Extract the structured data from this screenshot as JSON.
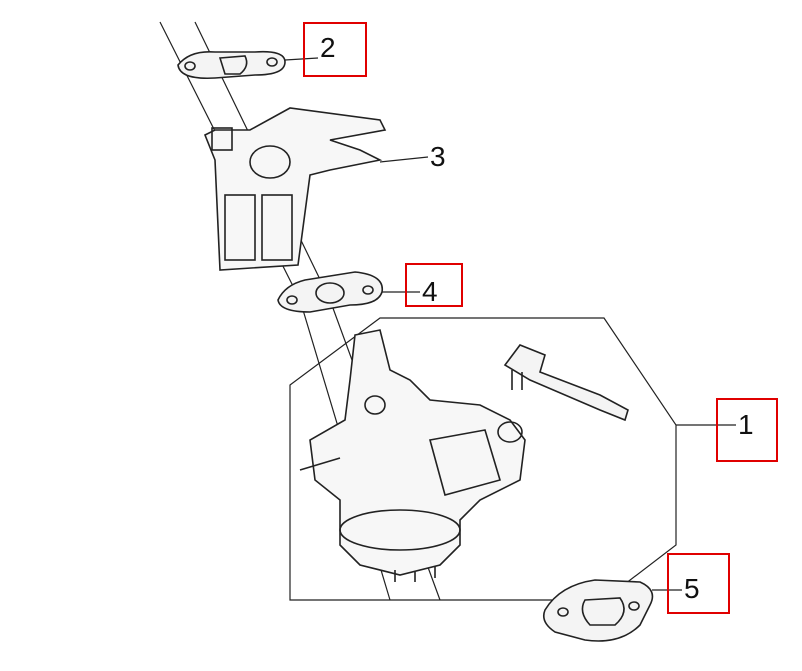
{
  "diagram": {
    "callouts": [
      {
        "label": "1",
        "highlighted": true
      },
      {
        "label": "2",
        "highlighted": true
      },
      {
        "label": "3",
        "highlighted": false
      },
      {
        "label": "4",
        "highlighted": true
      },
      {
        "label": "5",
        "highlighted": true
      }
    ],
    "highlight_color": "#e00000"
  }
}
